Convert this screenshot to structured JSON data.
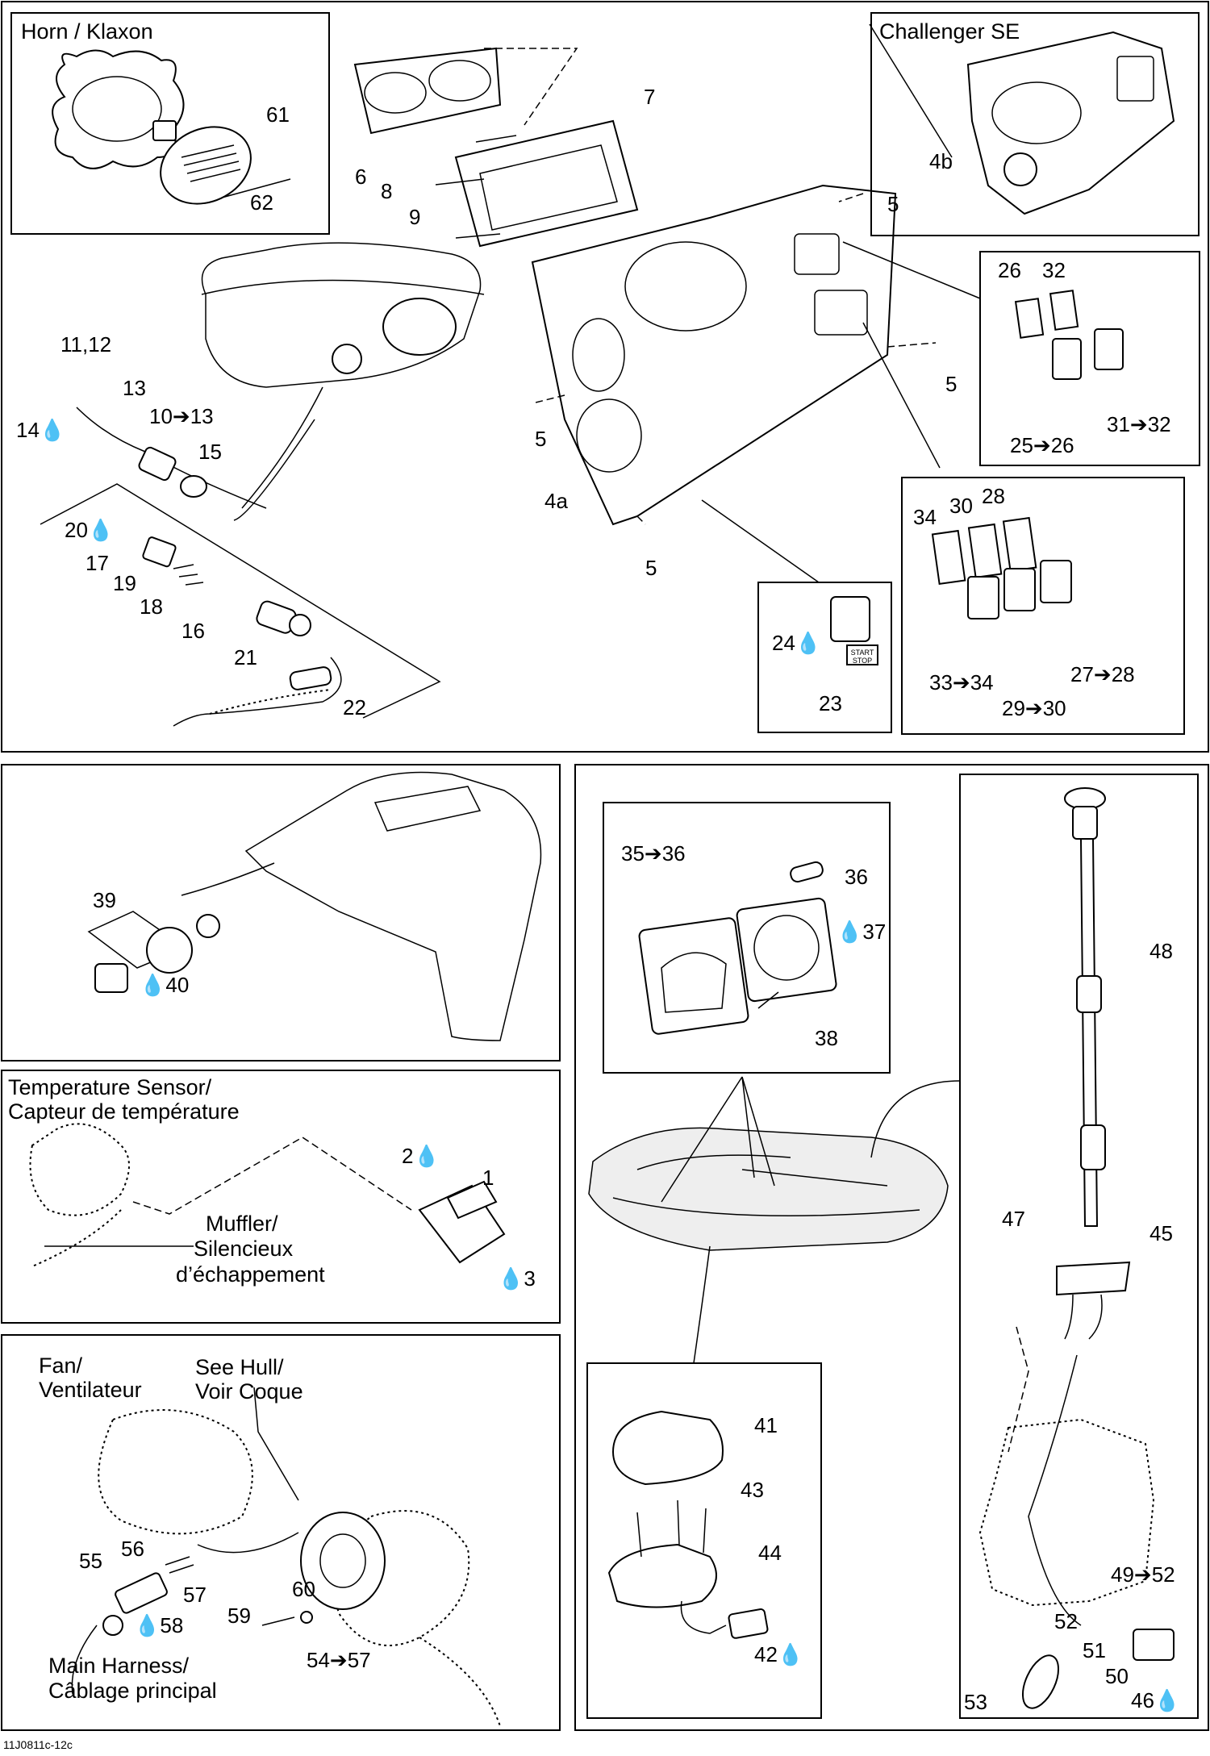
{
  "sections": {
    "horn": "Horn  / Klaxon",
    "challenger": "Challenger SE",
    "temp_sensor_1": "Temperature Sensor/",
    "temp_sensor_2": "Capteur de température",
    "muffler_1": "Muffler/",
    "muffler_2": "Silencieux",
    "muffler_3": "d’échappement",
    "fan_1": "Fan/",
    "fan_2": "Ventilateur",
    "hull_1": "See Hull/",
    "hull_2": "Voir Coque",
    "harness_1": "Main Harness/",
    "harness_2": "Câblage principal"
  },
  "labels": [
    {
      "id": "61",
      "text": "61"
    },
    {
      "id": "62",
      "text": "62"
    },
    {
      "id": "6",
      "text": "6"
    },
    {
      "id": "7",
      "text": "7"
    },
    {
      "id": "8",
      "text": "8"
    },
    {
      "id": "9",
      "text": "9"
    },
    {
      "id": "5a",
      "text": "5"
    },
    {
      "id": "4b",
      "text": "4b"
    },
    {
      "id": "26",
      "text": "26"
    },
    {
      "id": "32",
      "text": "32"
    },
    {
      "id": "5b",
      "text": "5"
    },
    {
      "id": "11_12",
      "text": "11,12"
    },
    {
      "id": "13",
      "text": "13"
    },
    {
      "id": "14",
      "text": "14💧"
    },
    {
      "id": "10_13",
      "text": "10➔13"
    },
    {
      "id": "15",
      "text": "15"
    },
    {
      "id": "5c",
      "text": "5"
    },
    {
      "id": "25_26",
      "text": "25➔26"
    },
    {
      "id": "31_32",
      "text": "31➔32"
    },
    {
      "id": "4a",
      "text": "4a"
    },
    {
      "id": "20",
      "text": "20💧"
    },
    {
      "id": "17",
      "text": "17"
    },
    {
      "id": "19",
      "text": "19"
    },
    {
      "id": "18",
      "text": "18"
    },
    {
      "id": "16",
      "text": "16"
    },
    {
      "id": "21",
      "text": "21"
    },
    {
      "id": "22",
      "text": "22"
    },
    {
      "id": "5d",
      "text": "5"
    },
    {
      "id": "34",
      "text": "34"
    },
    {
      "id": "30",
      "text": "30"
    },
    {
      "id": "28",
      "text": "28"
    },
    {
      "id": "24",
      "text": "24💧"
    },
    {
      "id": "23",
      "text": "23"
    },
    {
      "id": "33_34",
      "text": "33➔34"
    },
    {
      "id": "27_28",
      "text": "27➔28"
    },
    {
      "id": "29_30",
      "text": "29➔30"
    },
    {
      "id": "39",
      "text": "39"
    },
    {
      "id": "40",
      "text": "💧40"
    },
    {
      "id": "35_36",
      "text": "35➔36"
    },
    {
      "id": "36",
      "text": "36"
    },
    {
      "id": "37",
      "text": "💧37"
    },
    {
      "id": "38",
      "text": "38"
    },
    {
      "id": "48",
      "text": "48"
    },
    {
      "id": "2",
      "text": "2💧"
    },
    {
      "id": "1",
      "text": "1"
    },
    {
      "id": "3",
      "text": "💧3"
    },
    {
      "id": "47",
      "text": "47"
    },
    {
      "id": "45",
      "text": "45"
    },
    {
      "id": "41",
      "text": "41"
    },
    {
      "id": "43",
      "text": "43"
    },
    {
      "id": "44",
      "text": "44"
    },
    {
      "id": "42",
      "text": "42💧"
    },
    {
      "id": "55",
      "text": "55"
    },
    {
      "id": "56",
      "text": "56"
    },
    {
      "id": "57",
      "text": "57"
    },
    {
      "id": "58",
      "text": "💧58"
    },
    {
      "id": "60",
      "text": "60"
    },
    {
      "id": "59",
      "text": "59"
    },
    {
      "id": "54_57",
      "text": "54➔57"
    },
    {
      "id": "49_52",
      "text": "49➔52"
    },
    {
      "id": "52",
      "text": "52"
    },
    {
      "id": "51",
      "text": "51"
    },
    {
      "id": "50",
      "text": "50"
    },
    {
      "id": "53",
      "text": "53"
    },
    {
      "id": "46",
      "text": "46💧"
    }
  ],
  "switch_text": "START STOP",
  "footer_code": "11J0811c-12c"
}
